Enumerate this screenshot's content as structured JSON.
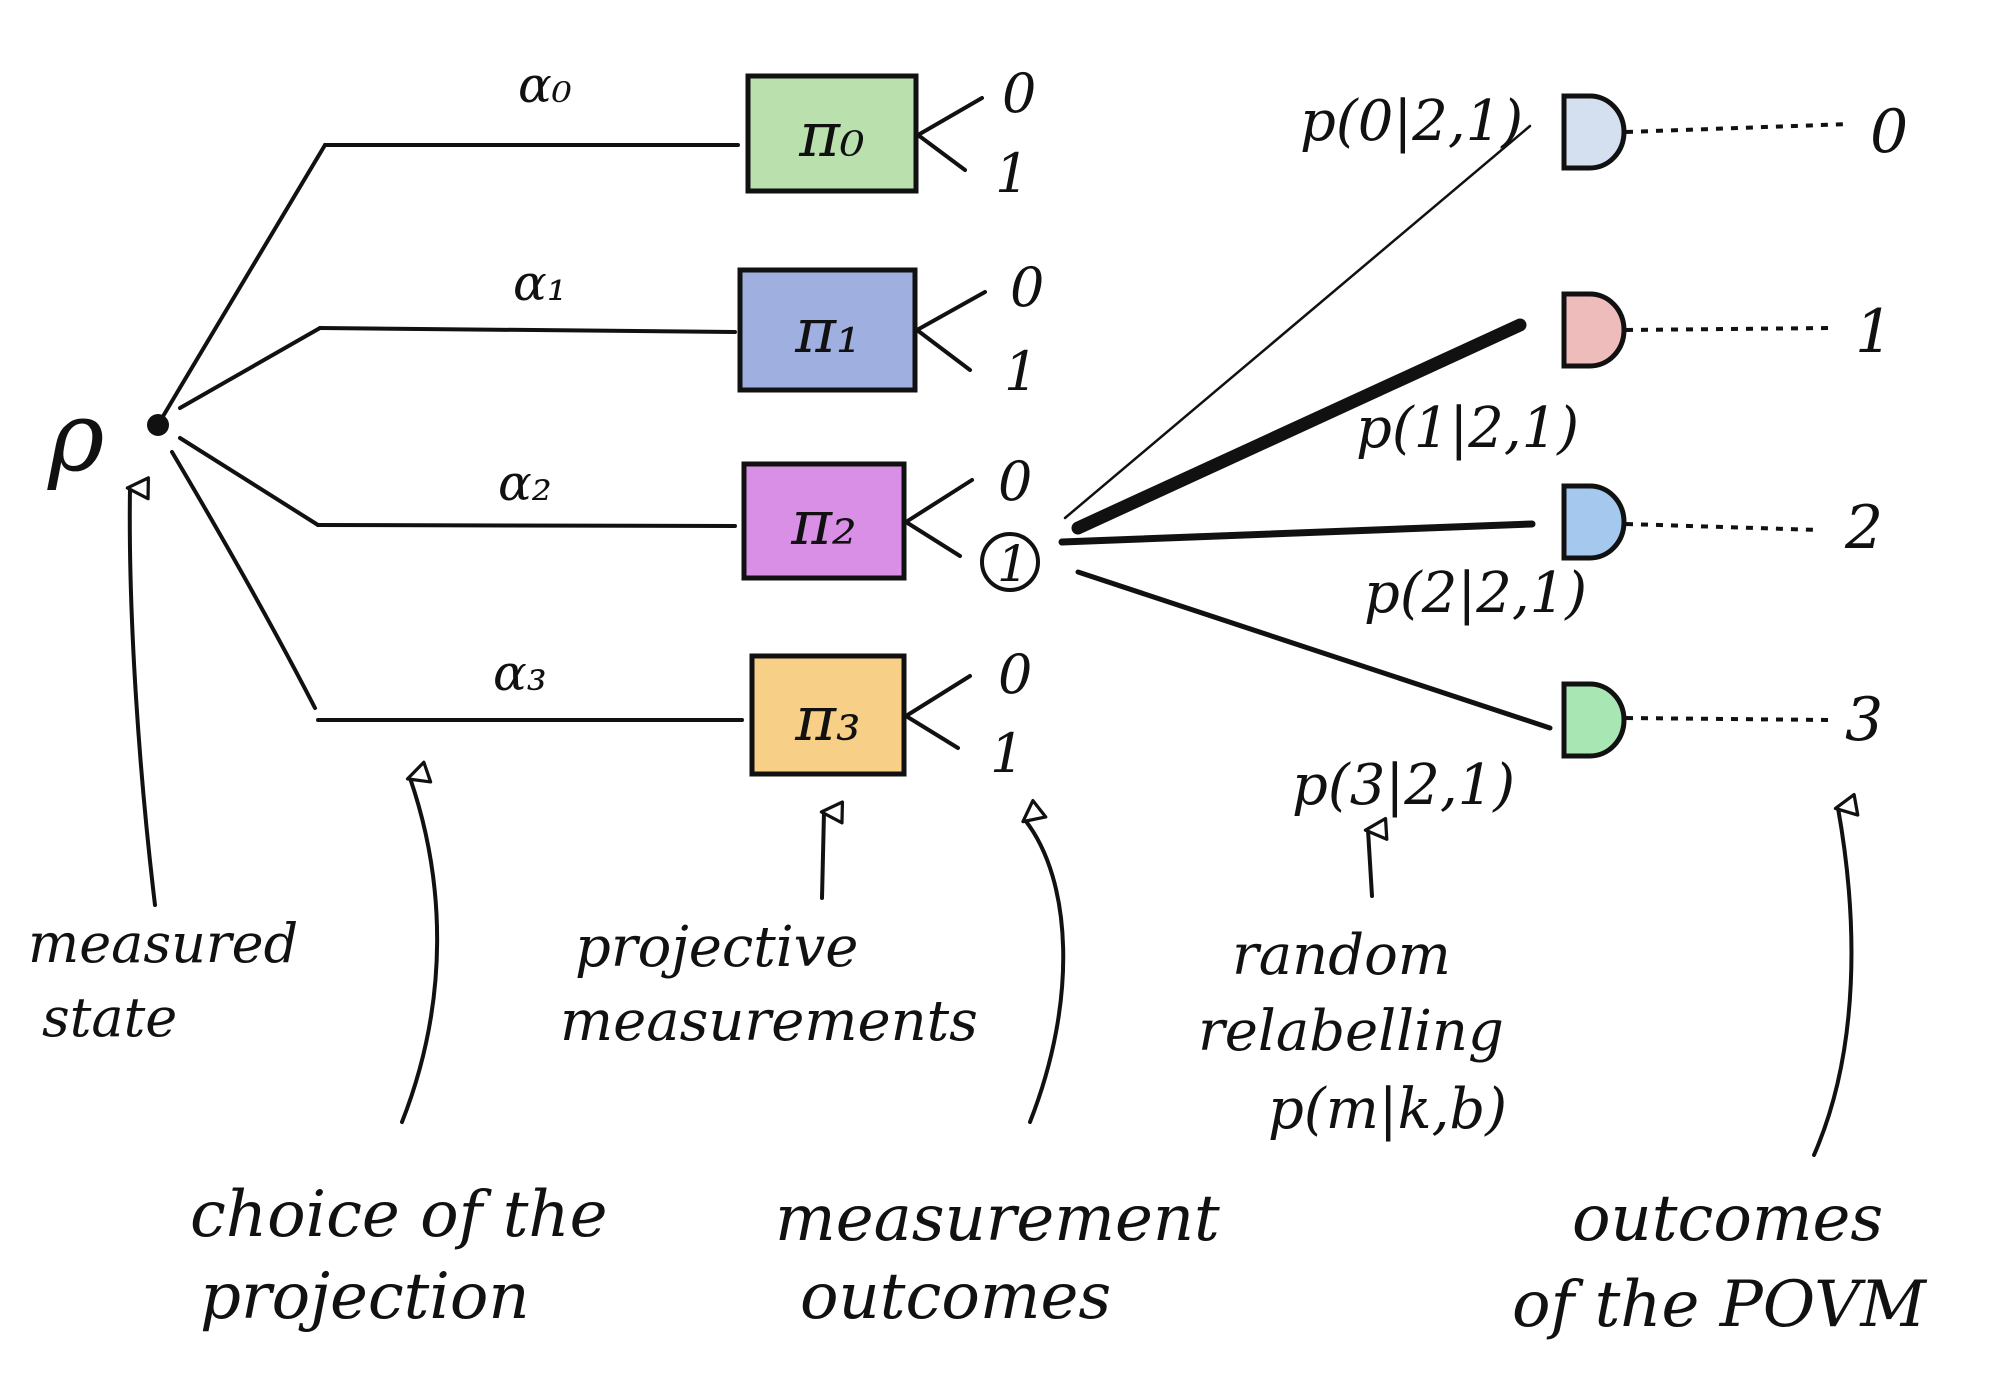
{
  "diagram": {
    "state_symbol": "ρ",
    "branches": [
      {
        "weight": "α₀",
        "projector": "π₀",
        "outcomes": [
          "0",
          "1"
        ],
        "fill": "#b9e0ad"
      },
      {
        "weight": "α₁",
        "projector": "π₁",
        "outcomes": [
          "0",
          "1"
        ],
        "fill": "#9fb0e0"
      },
      {
        "weight": "α₂",
        "projector": "π₂",
        "outcomes": [
          "0",
          "1"
        ],
        "fill": "#d98fe6"
      },
      {
        "weight": "α₃",
        "projector": "π₃",
        "outcomes": [
          "0",
          "1"
        ],
        "fill": "#f8cf86"
      }
    ],
    "relabel_probs": [
      "p(0|2,1)",
      "p(1|2,1)",
      "p(2|2,1)",
      "p(3|2,1)"
    ],
    "detectors": [
      {
        "label": "0",
        "fill": "#d4e0f0"
      },
      {
        "label": "1",
        "fill": "#efbcbc"
      },
      {
        "label": "2",
        "fill": "#a4c8ee"
      },
      {
        "label": "3",
        "fill": "#a8e6b4"
      }
    ],
    "annotations": {
      "measured_state": [
        "measured",
        "state"
      ],
      "choice": [
        "choice of the",
        "projection"
      ],
      "projective": [
        "projective",
        "measurements"
      ],
      "meas_outcomes": [
        "measurement",
        "outcomes"
      ],
      "relabelling": [
        "random",
        "relabelling",
        "p(m|k,b)"
      ],
      "povm_outcomes": [
        "outcomes",
        "of the POVM"
      ]
    }
  }
}
